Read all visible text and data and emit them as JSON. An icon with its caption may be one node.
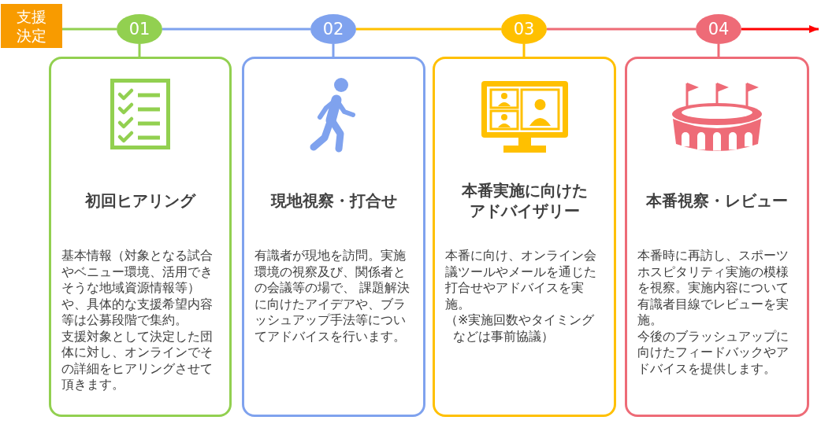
{
  "diagram": {
    "nodes": [
      {
        "text": [
          "支援決定"
        ]
      },
      {
        "text": [
          "01"
        ]
      },
      {
        "text": [
          "02"
        ]
      },
      {
        "text": [
          "03"
        ]
      },
      {
        "text": [
          "04"
        ]
      },
      {
        "text": [
          "初回ヒアリング",
          "基本情報（対象となる試合やベニュー環境、活用できそうな地域資源情報等）や、具体的な支援希望内容等は公募段階で集約。",
          "支援対象として決定した団体に対し、オンラインでその詳細をヒアリングさせて頂きます。"
        ]
      },
      {
        "text": [
          "現地視察・打合せ",
          "有識者が現地を訪問。実施環境の視察及び、関係者との会議等の場で、 課題解決に向けたアイデアや、ブラッシュアップ手法等についてアドバイスを行います。"
        ]
      },
      {
        "text": [
          "本番実施に向けたアドバイザリー",
          "本番に向け、オンライン会議ツールやメールを通じた打合せやアドバイスを実施。",
          "（※実施回数やタイミングなどは事前協議）"
        ]
      },
      {
        "text": [
          "本番視察・レビュー",
          "本番時に再訪し、スポーツホスピタリティ実施の模様を視察。実施内容について有識者目線でレビューを実施。",
          "今後のブラッシュアップに向けたフィードバックやアドバイスを提供します。"
        ]
      }
    ],
    "edges": [
      {
        "from": 0,
        "to": 1,
        "arrow": "none",
        "color": "#92d050"
      },
      {
        "from": 1,
        "to": 2,
        "arrow": "none",
        "color": "#7fa2ee"
      },
      {
        "from": 2,
        "to": 3,
        "arrow": "none",
        "color": "#ffc000"
      },
      {
        "from": 3,
        "to": 4,
        "arrow": "none",
        "color": "#ee6b77"
      },
      {
        "from": 4,
        "to": null,
        "arrow": "to",
        "color": "#ff0000"
      },
      {
        "from": 1,
        "to": 5,
        "arrow": "none",
        "color": "#92d050"
      },
      {
        "from": 2,
        "to": 6,
        "arrow": "none",
        "color": "#7fa2ee"
      },
      {
        "from": 3,
        "to": 7,
        "arrow": "none",
        "color": "#ffc000"
      },
      {
        "from": 4,
        "to": 8,
        "arrow": "none",
        "color": "#ee6b77"
      }
    ]
  }
}
